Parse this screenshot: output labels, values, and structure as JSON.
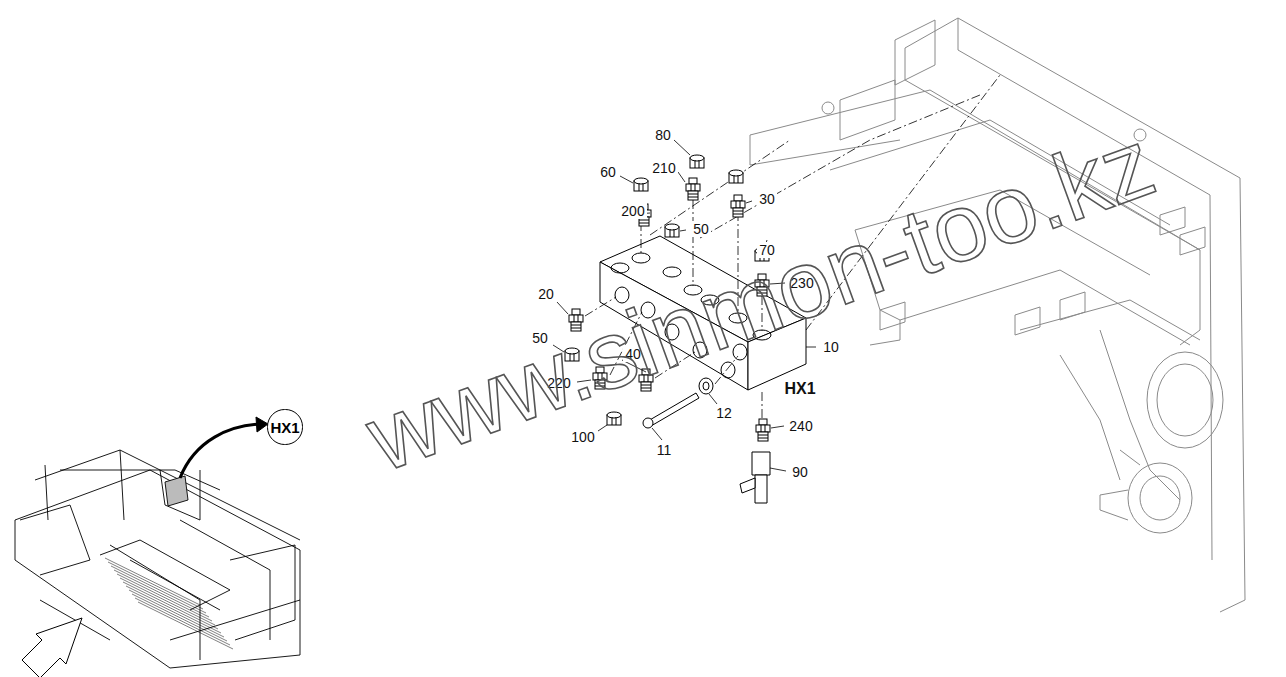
{
  "diagram": {
    "nodes": [
      {
        "text": [
          "HX1"
        ]
      }
    ],
    "labels": [
      "80",
      "60",
      "210",
      "200",
      "30",
      "50",
      "70",
      "230",
      "20",
      "50",
      "40",
      "10",
      "220",
      "HX1",
      "12",
      "100",
      "11",
      "240",
      "90",
      "www.sinmon-too.kz"
    ]
  }
}
